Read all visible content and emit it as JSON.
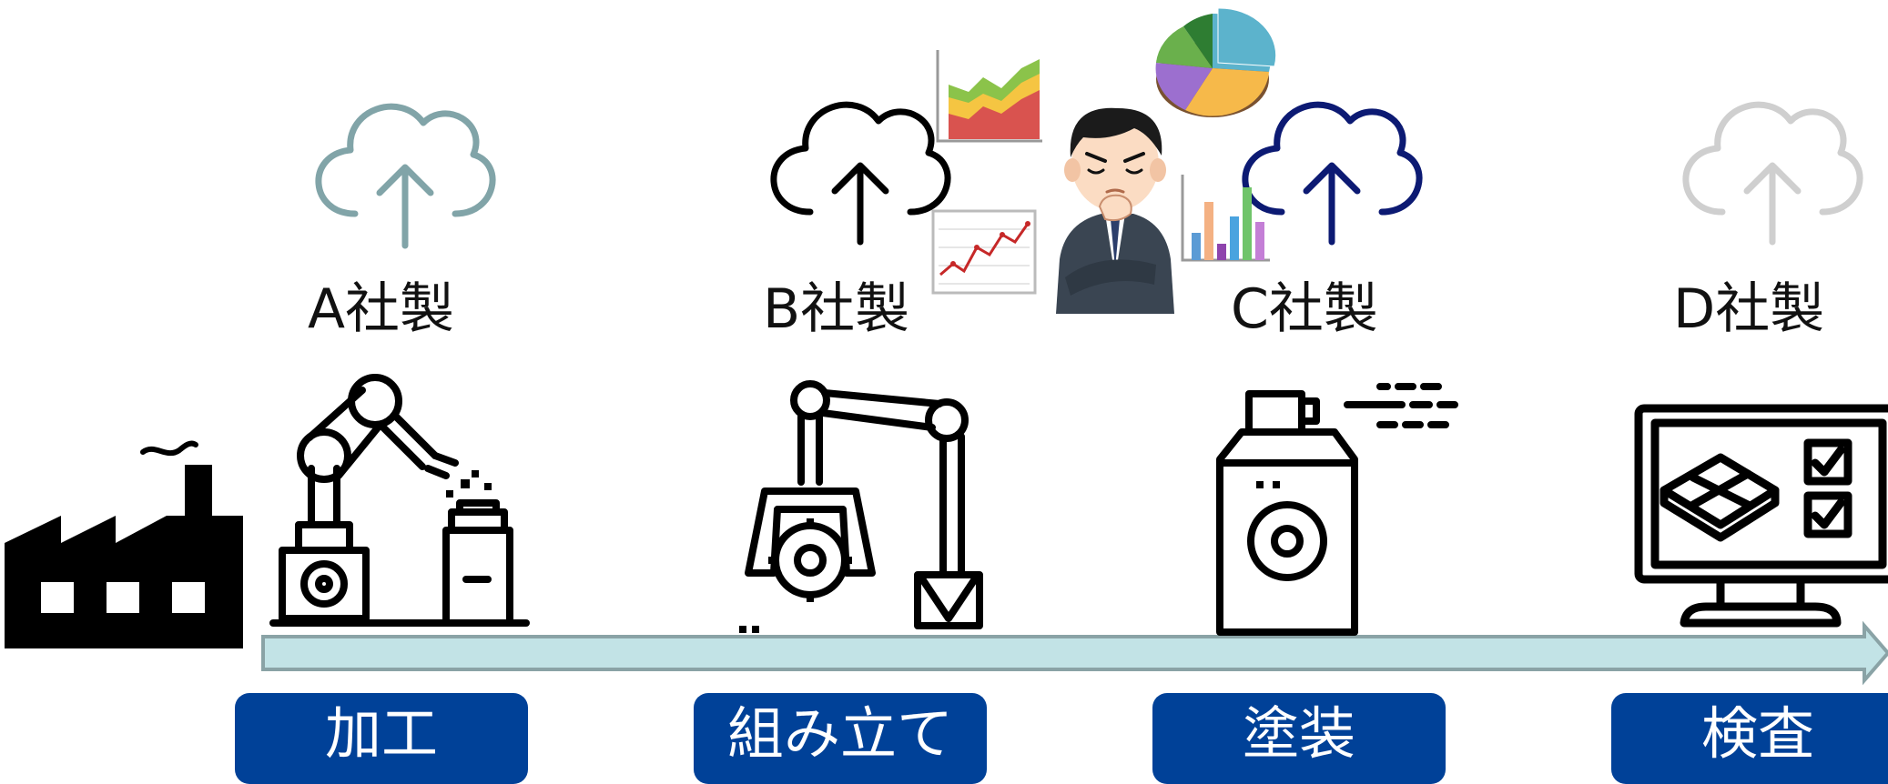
{
  "makers": [
    "A社製",
    "B社製",
    "C社製",
    "D社製"
  ],
  "processes": [
    "加工",
    "組み立て",
    "塗装",
    "検査"
  ],
  "colors": {
    "process_box": "#004198",
    "arrow_fill": "#c2e3e6",
    "arrow_stroke": "#8aa3a6",
    "cloud_a": "#81a4a8",
    "cloud_b": "#000000",
    "cloud_c": "#0c1a73",
    "cloud_d": "#cfcfcf"
  },
  "icons": [
    "factory-icon",
    "cloud-upload-icon",
    "robot-arm-icon",
    "gripper-robot-icon",
    "spray-can-icon",
    "inspection-monitor-icon",
    "thinking-businessman-illustration",
    "area-chart-icon",
    "line-chart-icon",
    "pie-chart-icon",
    "bar-chart-icon"
  ]
}
